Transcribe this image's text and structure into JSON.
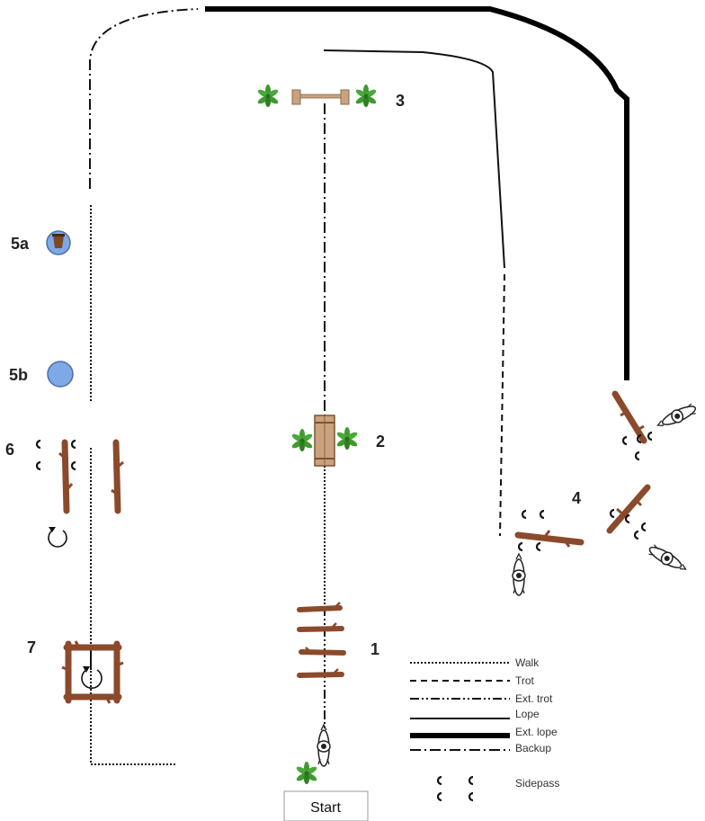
{
  "obstacles": {
    "o1": "1",
    "o2": "2",
    "o3": "3",
    "o4": "4",
    "o5a": "5a",
    "o5b": "5b",
    "o6": "6",
    "o7": "7"
  },
  "start_label": "Start",
  "legend": {
    "walk": "Walk",
    "trot": "Trot",
    "ext_trot": "Ext. trot",
    "lope": "Lope",
    "ext_lope": "Ext. lope",
    "backup": "Backup",
    "sidepass": "Sidepass"
  },
  "colors": {
    "log": "#8B4A2B",
    "log_dark": "#5E2F18",
    "bridge": "#C9A27E",
    "plant": "#3E9B2E",
    "barrel": "#7FA8E6",
    "barrel_rim": "#4A6FA8",
    "bucket": "#7A4A22",
    "line": "#111111"
  }
}
